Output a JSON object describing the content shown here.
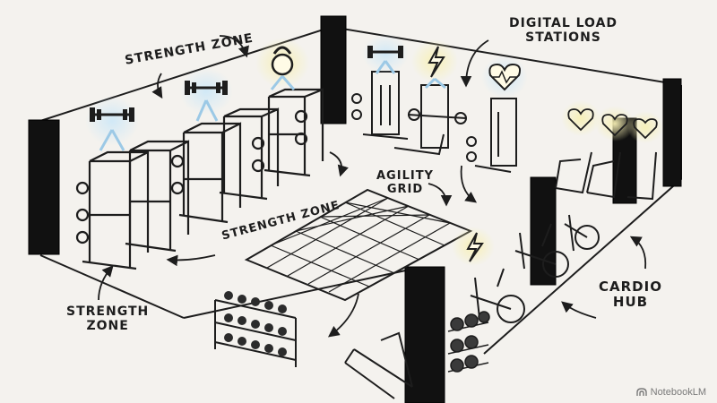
{
  "labels": {
    "strength_zone_top": "STRENGTH ZONE",
    "strength_zone_middle": "STRENGTH ZONE",
    "strength_zone_bottom_line1": "STRENGTH",
    "strength_zone_bottom_line2": "ZONE",
    "digital_load_line1": "DIGITAL LOAD",
    "digital_load_line2": "STATIONS",
    "agility_line1": "AGILITY",
    "agility_line2": "GRID",
    "cardio_line1": "CARDIO",
    "cardio_line2": "HUB"
  },
  "watermark": "NotebookLM",
  "icons": [
    "dumbbell-icon",
    "kettlebell-icon",
    "lightning-icon",
    "heart-rate-icon",
    "notebooklm-logo-icon"
  ],
  "colors": {
    "paper": "#f4f2ee",
    "ink": "#1d1d1d",
    "glow": "#bfe0f3",
    "glow_warm": "#f6efb8"
  }
}
